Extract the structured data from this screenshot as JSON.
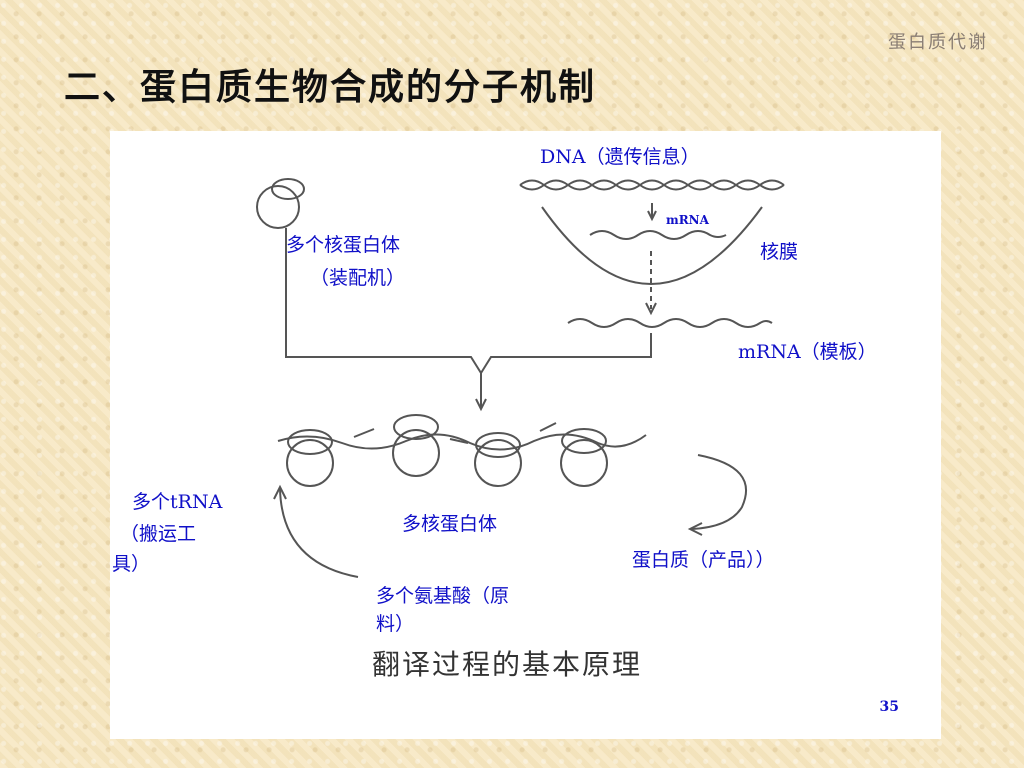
{
  "header": {
    "corner_label": "蛋白质代谢",
    "title": "二、蛋白质生物合成的分子机制"
  },
  "diagram": {
    "labels": {
      "dna": "DNA（遗传信息）",
      "mrna_small": "mRNA",
      "nuclear_membrane": "核膜",
      "ribosome_1": "多个核蛋白体",
      "ribosome_2": "（装配机）",
      "mrna_template": "mRNA（模板）",
      "trna_1": "多个tRNA",
      "trna_2": "（搬运工",
      "trna_3": "具）",
      "polysome": "多核蛋白体",
      "protein": "蛋白质（产品））",
      "amino_1": "多个氨基酸（原",
      "amino_2": "料）"
    },
    "caption": "翻译过程的基本原理"
  },
  "footer": {
    "page_number": "35"
  },
  "colors": {
    "label_blue": "#1010c8",
    "drawing_gray": "#555555",
    "background": "#f7e8c3"
  }
}
